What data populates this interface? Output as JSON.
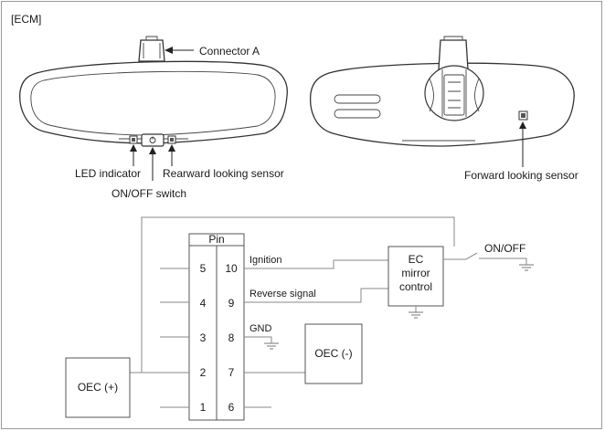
{
  "header": {
    "tag": "[ECM]"
  },
  "front_view": {
    "connector_label": "Connector A",
    "led_label": "LED indicator",
    "switch_label": "ON/OFF switch",
    "rear_sensor_label": "Rearward looking sensor"
  },
  "rear_view": {
    "forward_sensor_label": "Forward looking sensor"
  },
  "schematic": {
    "pin_header": "Pin",
    "pins_left": [
      "5",
      "4",
      "3",
      "2",
      "1"
    ],
    "pins_right": [
      "10",
      "9",
      "8",
      "7",
      "6"
    ],
    "signals": {
      "ignition": "Ignition",
      "reverse": "Reverse signal",
      "gnd": "GND"
    },
    "controller": {
      "line1": "EC",
      "line2": "mirror",
      "line3": "control"
    },
    "switch_label": "ON/OFF",
    "oec_plus": "OEC (+)",
    "oec_minus": "OEC (-)"
  }
}
